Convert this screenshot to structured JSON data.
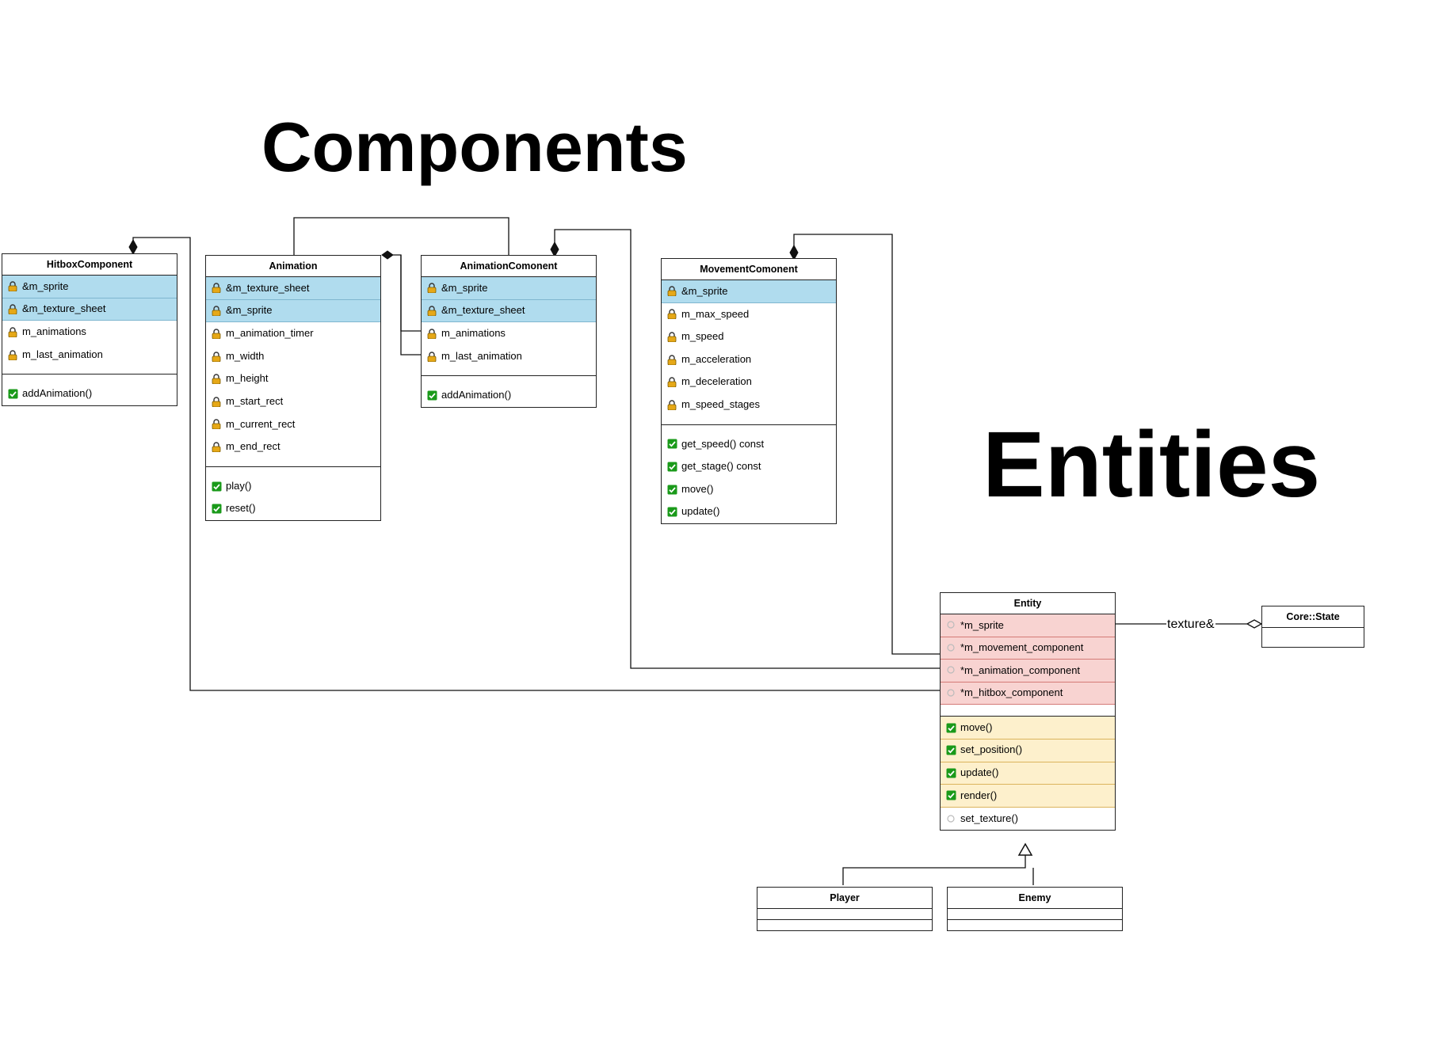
{
  "headings": {
    "components": "Components",
    "entities": "Entities"
  },
  "classes": {
    "hitbox": {
      "name": "HitboxComponent",
      "attributes": [
        {
          "label": "&m_sprite",
          "style": "blue"
        },
        {
          "label": "&m_texture_sheet",
          "style": "blue"
        },
        {
          "label": "m_animations",
          "style": "plain"
        },
        {
          "label": "m_last_animation",
          "style": "plain"
        }
      ],
      "methods": [
        {
          "label": "addAnimation()",
          "style": "plain"
        }
      ]
    },
    "animation": {
      "name": "Animation",
      "attributes": [
        {
          "label": "&m_texture_sheet",
          "style": "blue"
        },
        {
          "label": "&m_sprite",
          "style": "blue"
        },
        {
          "label": "m_animation_timer",
          "style": "plain"
        },
        {
          "label": "m_width",
          "style": "plain"
        },
        {
          "label": "m_height",
          "style": "plain"
        },
        {
          "label": "m_start_rect",
          "style": "plain"
        },
        {
          "label": "m_current_rect",
          "style": "plain"
        },
        {
          "label": "m_end_rect",
          "style": "plain"
        }
      ],
      "methods": [
        {
          "label": "play()",
          "style": "plain"
        },
        {
          "label": "reset()",
          "style": "plain"
        }
      ]
    },
    "animation_component": {
      "name": "AnimationComonent",
      "attributes": [
        {
          "label": "&m_sprite",
          "style": "blue"
        },
        {
          "label": "&m_texture_sheet",
          "style": "blue"
        },
        {
          "label": "m_animations",
          "style": "plain"
        },
        {
          "label": "m_last_animation",
          "style": "plain"
        }
      ],
      "methods": [
        {
          "label": "addAnimation()",
          "style": "plain"
        }
      ]
    },
    "movement_component": {
      "name": "MovementComonent",
      "attributes": [
        {
          "label": "&m_sprite",
          "style": "blue"
        },
        {
          "label": "m_max_speed",
          "style": "plain"
        },
        {
          "label": "m_speed",
          "style": "plain"
        },
        {
          "label": "m_acceleration",
          "style": "plain"
        },
        {
          "label": "m_deceleration",
          "style": "plain"
        },
        {
          "label": "m_speed_stages",
          "style": "plain"
        }
      ],
      "methods": [
        {
          "label": "get_speed() const",
          "style": "plain"
        },
        {
          "label": "get_stage() const",
          "style": "plain"
        },
        {
          "label": "move()",
          "style": "plain"
        },
        {
          "label": "update()",
          "style": "plain"
        }
      ]
    },
    "entity": {
      "name": "Entity",
      "attributes": [
        {
          "label": "*m_sprite",
          "style": "red"
        },
        {
          "label": "*m_movement_component",
          "style": "red"
        },
        {
          "label": "*m_animation_component",
          "style": "red"
        },
        {
          "label": "*m_hitbox_component",
          "style": "red"
        }
      ],
      "methods": [
        {
          "label": "move()",
          "style": "yellow"
        },
        {
          "label": "set_position()",
          "style": "yellow"
        },
        {
          "label": "update()",
          "style": "yellow"
        },
        {
          "label": "render()",
          "style": "yellow"
        },
        {
          "label": "set_texture()",
          "style": "protected"
        }
      ]
    },
    "core_state": {
      "name": "Core::State"
    },
    "player": {
      "name": "Player"
    },
    "enemy": {
      "name": "Enemy"
    }
  },
  "edges": {
    "texture_label": "texture&"
  },
  "icons": {
    "attribute": "padlock-icon",
    "method": "checkmark-icon",
    "protected": "circle-icon"
  },
  "colors": {
    "blue_row": "#b0dcee",
    "red_row": "#f8d3d1",
    "yellow_row": "#fdf0cc",
    "padlock": "#e6a817",
    "check": "#1a9a1a"
  }
}
